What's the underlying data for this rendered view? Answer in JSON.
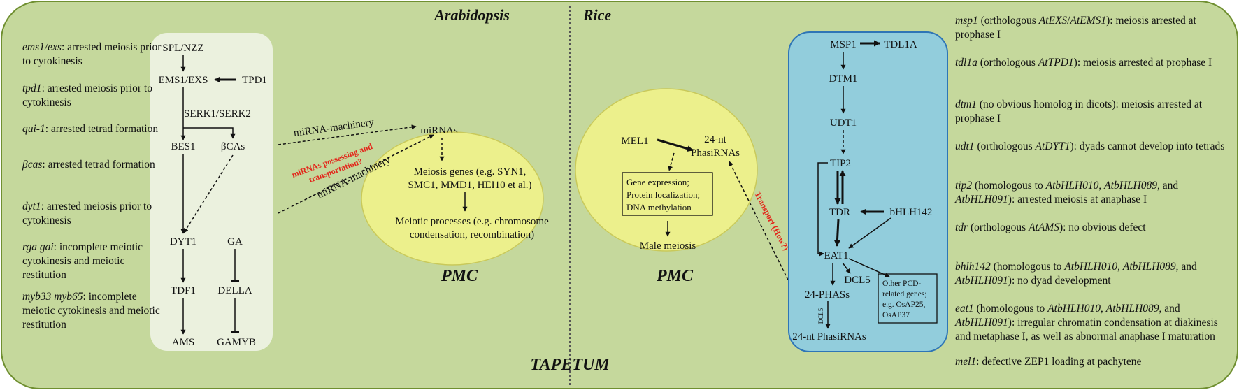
{
  "headers": {
    "arabidopsis": "Arabidopsis",
    "rice": "Rice",
    "tapetum": "TAPETUM",
    "pmc_left": "PMC",
    "pmc_right": "PMC"
  },
  "left_mutants": [
    {
      "gene": "ems1/exs",
      "text": ": arrested meiosis prior to cytokinesis"
    },
    {
      "gene": "tpd1",
      "text": ": arrested meiosis prior to cytokinesis"
    },
    {
      "gene": "qui-1",
      "text": ": arrested tetrad formation"
    },
    {
      "gene": "βcas",
      "text": ": arrested tetrad formation"
    },
    {
      "gene": "dyt1",
      "text": ": arrested meiosis prior to cytokinesis"
    },
    {
      "gene": "rga gai",
      "text": ": incomplete meiotic cytokinesis and meiotic restitution"
    },
    {
      "gene": "myb33 myb65",
      "text": ": incomplete meiotic cytokinesis and meiotic restitution"
    }
  ],
  "arabidopsis_nodes": {
    "spl": "SPL/NZZ",
    "ems1": "EMS1/EXS",
    "tpd1": "TPD1",
    "serk": "SERK1/SERK2",
    "bes1": "BES1",
    "bcas": "βCAs",
    "dyt1": "DYT1",
    "ga": "GA",
    "tdf1": "TDF1",
    "della": "DELLA",
    "ams": "AMS",
    "gamyb": "GAMYB"
  },
  "arabidopsis_pmc": {
    "mirnas": "miRNAs",
    "meiosis_genes": [
      "Meiosis genes (e.g. SYN1,",
      "SMC1, MMD1, HEI10 et al.)"
    ],
    "meiotic_processes": [
      "Meiotic processes (e.g. chromosome",
      "condensation, recombination)"
    ]
  },
  "arrow_labels": {
    "mirna_machinery_top": "miRNA-machinery",
    "mirna_machinery_bottom": "miRNA-machinery",
    "possessing": [
      "miRNAs possessing and",
      "transportation?"
    ],
    "transport": "Transport (How?)"
  },
  "rice_pmc": {
    "mel1": "MEL1",
    "phasirnas": [
      "24-nt",
      "PhasiRNAs"
    ],
    "box": [
      "Gene expression;",
      "Protein localization;",
      "DNA methylation"
    ],
    "male_meiosis": "Male meiosis"
  },
  "rice_nodes": {
    "msp1": "MSP1",
    "tdl1a": "TDL1A",
    "dtm1": "DTM1",
    "udt1": "UDT1",
    "tip2": "TIP2",
    "tdr": "TDR",
    "bhlh142": "bHLH142",
    "eat1": "EAT1",
    "dcl5": "DCL5",
    "phass": "24-PHASs",
    "dcl5_small": "DCL5",
    "phasirna_bottom": "24-nt PhasiRNAs",
    "pcd_box": [
      "Other PCD-",
      "related genes;",
      "e.g. OsAP25,",
      "OsAP37"
    ]
  },
  "right_mutants_html": [
    "<i>msp1</i> (orthologous <i>AtEXS</i>/<i>AtEMS1</i>): meiosis arrested at prophase I",
    "<i>tdl1a</i> (orthologous <i>AtTPD1</i>): meiosis arrested at prophase I",
    "<i>dtm1</i> (no obvious homolog in dicots): meiosis arrested at prophase I",
    "<i>udt1</i> (orthologous <i>AtDYT1</i>): dyads cannot develop into tetrads",
    "<i>tip2</i> (homologous to <i>AtbHLH010</i>, <i>AtbHLH089</i>, and <i>AtbHLH091</i>): arrested meiosis at anaphase I",
    "<i>tdr</i> (orthologous <i>AtAMS</i>): no obvious defect",
    "<i>bhlh142</i> (homologous to <i>AtbHLH010</i>, <i>AtbHLH089</i>, and <i>AtbHLH091</i>): no dyad development",
    "<i>eat1</i> (homologous to <i>AtbHLH010</i>, <i>AtbHLH089</i>, and <i>AtbHLH091</i>): irregular chromatin condensation at diakinesis and metaphase I, as well as  abnormal anaphase I maturation",
    "<i>mel1</i>: defective ZEP1 loading at pachytene"
  ],
  "colors": {
    "tapetum": "#c5d89c",
    "tapetum_border": "#6f8f30",
    "arabidopsis_box": "#ebf1de",
    "pmc": "#ecf08c",
    "pmc_border": "#c9c95a",
    "rice_box": "#92cddc",
    "rice_box_border": "#2e75b6",
    "red": "#e3261b"
  }
}
